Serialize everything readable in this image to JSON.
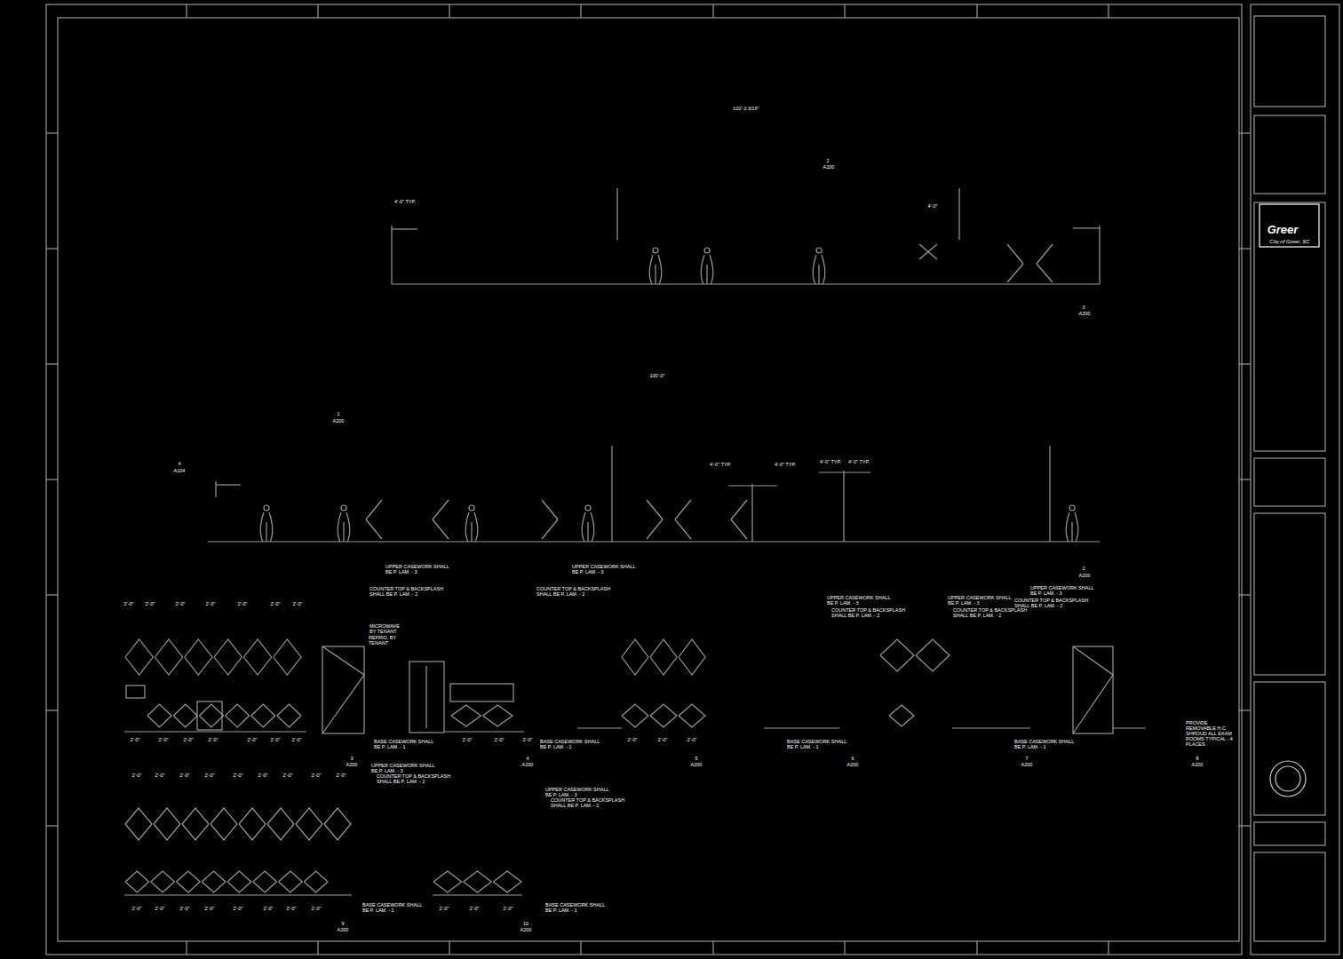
{
  "diagram": {
    "labels": [
      "102'-2 3/16\"",
      "2",
      "A200",
      "4'-0\" TYP.",
      "4'-0\"",
      "3",
      "A200",
      "100'-0\"",
      "1",
      "A200",
      "4",
      "A104",
      "4'-0\" TYP.",
      "4'-0\" TYP.",
      "4'-0\" TYP.",
      "4'-0\" TYP.",
      "2",
      "A200",
      "UPPER CASEWORK SHALL BE P. LAM. - 3",
      "UPPER CASEWORK SHALL BE P. LAM. - 3",
      "COUNTER TOP & BACKSPLASH SHALL BE P. LAM. - 2",
      "COUNTER TOP & BACKSPLASH SHALL BE P. LAM. - 2",
      "UPPER CASEWORK SHALL BE P. LAM. - 3",
      "COUNTER TOP & BACKSPLASH SHALL BE P. LAM. - 2",
      "UPPER CASEWORK SHALL BE P. LAM. - 3",
      "COUNTER TOP & BACKSPLASH SHALL BE P. LAM. - 2",
      "UPPER CASEWORK SHALL BE P. LAM. - 3",
      "COUNTER TOP & BACKSPLASH SHALL BE P. LAM. - 2",
      "MICROWAVE BY TENANT",
      "REFRIG. BY TENANT",
      "BASE CASEWORK SHALL BE P. LAM. - 1",
      "BASE CASEWORK SHALL BE P. LAM. - 1",
      "BASE CASEWORK SHALL BE P. LAM. - 1",
      "BASE CASEWORK SHALL BE P. LAM. - 1",
      "PROVIDE REMOVABLE H.C. SHROUD ALL EXAM ROOMS TYPICAL - 4 PLACES",
      "3",
      "A200",
      "4",
      "A200",
      "5",
      "A200",
      "6",
      "A200",
      "7",
      "A200",
      "8",
      "A200",
      "UPPER CASEWORK SHALL BE P. LAM. - 3",
      "COUNTER TOP & BACKSPLASH SHALL BE P. LAM. - 2",
      "UPPER CASEWORK SHALL BE P. LAM. - 3",
      "COUNTER TOP & BACKSPLASH SHALL BE P. LAM. - 2",
      "BASE CASEWORK SHALL BE P. LAM. - 1",
      "BASE CASEWORK SHALL BE P. LAM. - 1",
      "9",
      "A200",
      "10",
      "A200",
      "Greer",
      "City of Greer, SC",
      "2'-0\"",
      "2'-0\"",
      "2'-0\"",
      "2'-0\"",
      "2'-0\"",
      "2'-0\"",
      "2'-0\"",
      "2'-0\"",
      "2'-0\"",
      "2'-0\"",
      "2'-0\"",
      "2'-0\"",
      "2'-0\"",
      "2'-0\"",
      "2'-0\"",
      "2'-0\"",
      "2'-0\"",
      "2'-0\"",
      "2'-0\"",
      "2'-0\"",
      "2'-0\"",
      "2'-0\"",
      "2'-0\"",
      "2'-0\"",
      "2'-0\"",
      "2'-0\"",
      "2'-0\"",
      "2'-0\"",
      "2'-0\"",
      "2'-0\"",
      "2'-0\"",
      "2'-0\"",
      "2'-0\"",
      "2'-0\"",
      "2'-0\"",
      "2'-0\"",
      "2'-0\"",
      "2'-0\"",
      "2'-0\"",
      "2'-0\""
    ]
  }
}
